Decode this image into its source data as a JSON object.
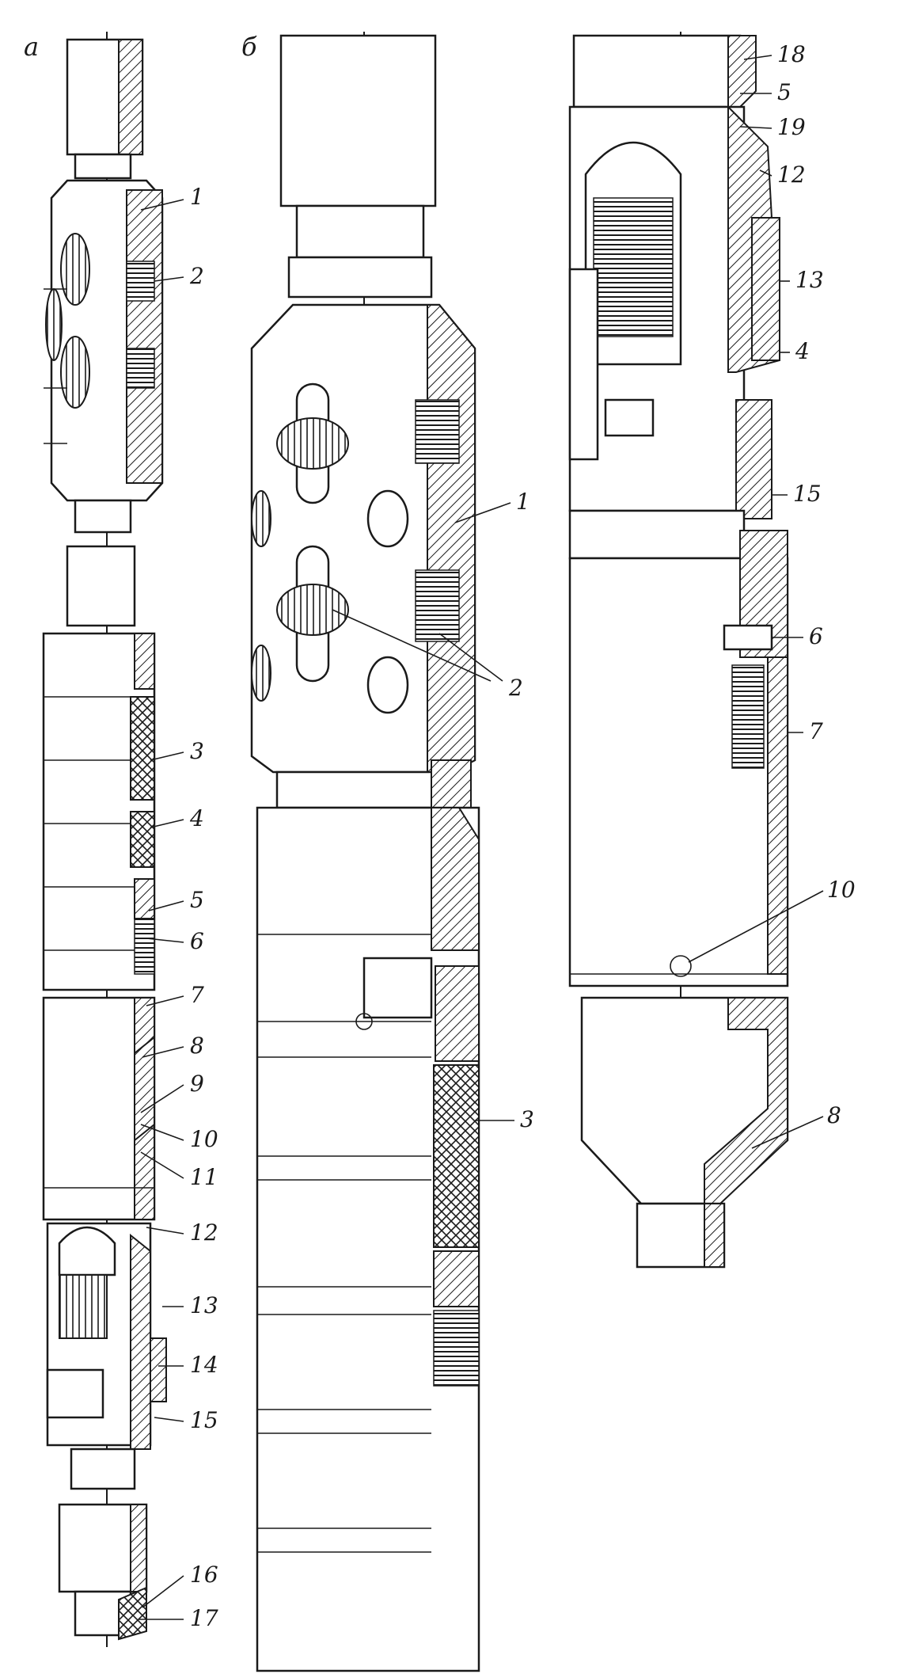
{
  "panels": {
    "a": "а",
    "b": "б"
  },
  "labels_a": [
    "1",
    "2",
    "3",
    "4",
    "5",
    "6",
    "7",
    "8",
    "9",
    "10",
    "11",
    "12",
    "13",
    "14",
    "15",
    "16",
    "17"
  ],
  "labels_b": [
    "1",
    "2",
    "3"
  ],
  "labels_c": [
    "18",
    "5",
    "19",
    "12",
    "13",
    "4",
    "15",
    "6",
    "7",
    "10",
    "8"
  ]
}
